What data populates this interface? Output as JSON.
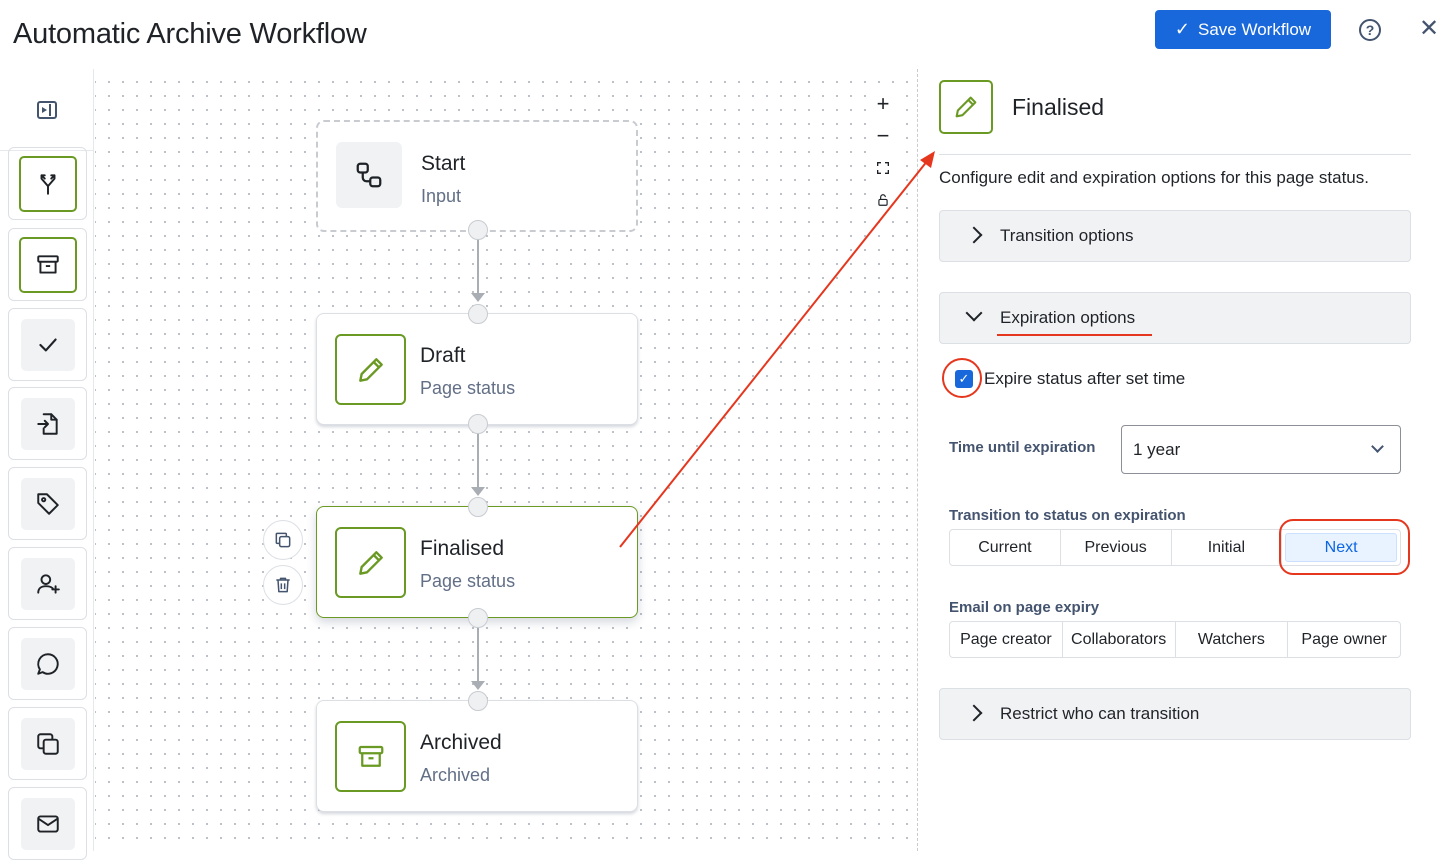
{
  "header": {
    "title": "Automatic Archive Workflow",
    "save_label": "Save Workflow",
    "help_glyph": "?",
    "close_glyph": "✕"
  },
  "icons": {
    "help": "help-icon",
    "close": "close-icon",
    "sidebar_collapse": "sidebar-collapse-icon",
    "tools": [
      "transition-icon",
      "archive-icon",
      "check-icon",
      "file-move-icon",
      "tag-icon",
      "add-user-icon",
      "comment-icon",
      "copy-icon",
      "mail-icon"
    ]
  },
  "colors": {
    "accent": "#1868db",
    "node_green": "#6a9a23",
    "annotation_red": "#e5371e"
  },
  "canvas": {
    "zoom_controls": [
      "+",
      "−",
      "⛶",
      "🔒"
    ],
    "nodes": [
      {
        "name": "Start",
        "sub": "Input"
      },
      {
        "name": "Draft",
        "sub": "Page status"
      },
      {
        "name": "Finalised",
        "sub": "Page status"
      },
      {
        "name": "Archived",
        "sub": "Archived"
      }
    ]
  },
  "panel": {
    "title": "Finalised",
    "description": "Configure edit and expiration options for this page status.",
    "sections": {
      "transition": "Transition options",
      "expiration": "Expiration options",
      "restrict": "Restrict who can transition"
    },
    "expire_checkbox_label": "Expire status after set time",
    "expire_checked": true,
    "time_label": "Time until expiration",
    "time_value": "1 year",
    "transition_label": "Transition to status on expiration",
    "transition_options": [
      "Current",
      "Previous",
      "Initial",
      "Next"
    ],
    "transition_selected": "Next",
    "email_label": "Email on page expiry",
    "email_options": [
      "Page creator",
      "Collaborators",
      "Watchers",
      "Page owner"
    ]
  }
}
